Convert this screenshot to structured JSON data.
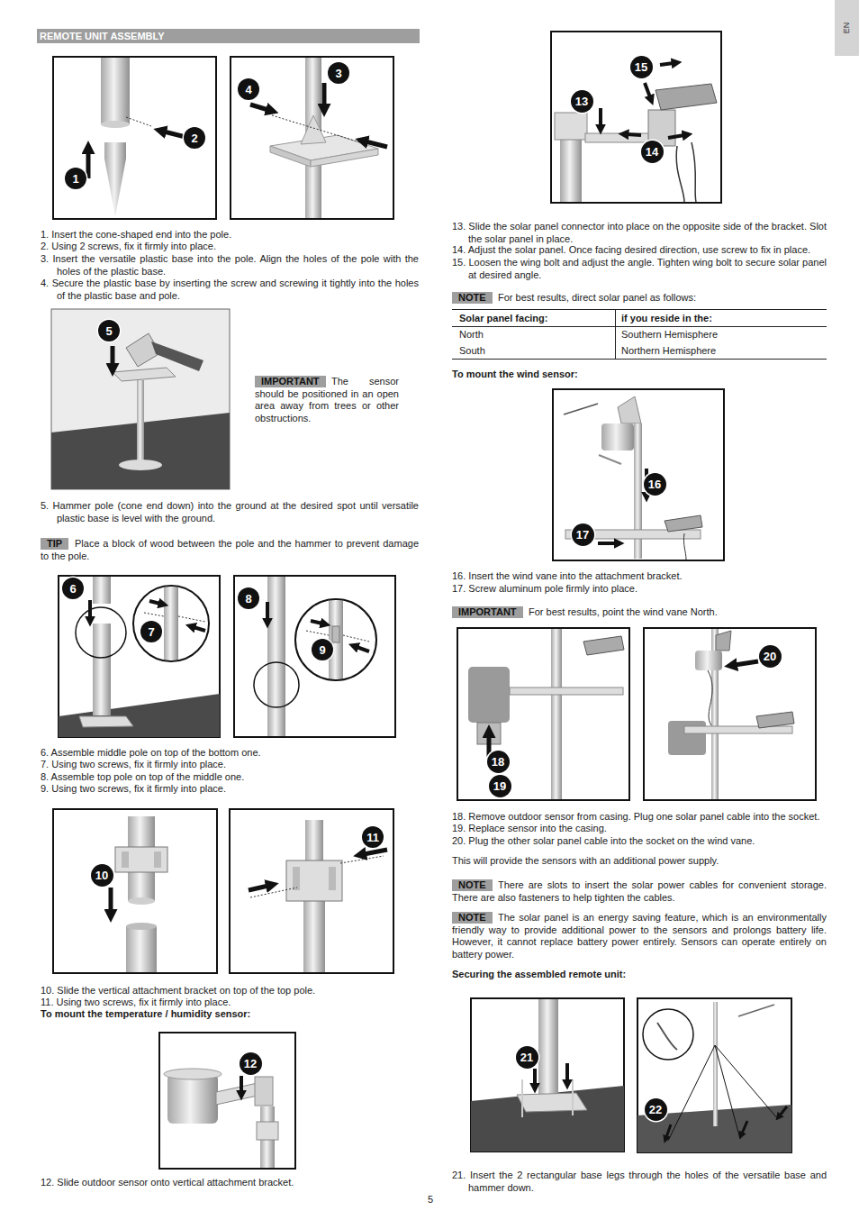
{
  "diagram": {
    "title": "REMOTE UNIT ASSEMBLY",
    "nodes": [
      {
        "text": [
          "EN"
        ]
      },
      {
        "text": [
          "1"
        ]
      },
      {
        "text": [
          "2"
        ]
      },
      {
        "text": [
          "3"
        ]
      },
      {
        "text": [
          "4"
        ]
      },
      {
        "text": [
          "5"
        ]
      },
      {
        "text": [
          "IMPORTANT"
        ]
      },
      {
        "text": [
          "TIP"
        ]
      },
      {
        "text": [
          "6"
        ]
      },
      {
        "text": [
          "7"
        ]
      },
      {
        "text": [
          "8"
        ]
      },
      {
        "text": [
          "9"
        ]
      },
      {
        "text": [
          "10"
        ]
      },
      {
        "text": [
          "11"
        ]
      },
      {
        "text": [
          "12"
        ]
      },
      {
        "text": [
          "13"
        ]
      },
      {
        "text": [
          "14"
        ]
      },
      {
        "text": [
          "15"
        ]
      },
      {
        "text": [
          "NOTE"
        ]
      },
      {
        "text": [
          "16"
        ]
      },
      {
        "text": [
          "17"
        ]
      },
      {
        "text": [
          "IMPORTANT"
        ]
      },
      {
        "text": [
          "18"
        ]
      },
      {
        "text": [
          "19"
        ]
      },
      {
        "text": [
          "20"
        ]
      },
      {
        "text": [
          "NOTE"
        ]
      },
      {
        "text": [
          "NOTE"
        ]
      },
      {
        "text": [
          "21"
        ]
      },
      {
        "text": [
          "22"
        ]
      }
    ],
    "labels": [
      "1. Insert the cone-shaped end into the pole.",
      "2. Using 2 screws, fix it firmly into place.",
      "3. Insert the versatile plastic base into the pole. Align the holes of the pole with the holes of the plastic base.",
      "4. Secure the plastic base by inserting the screw and screwing it tightly into the holes of the plastic base and pole.",
      "The sensor should be positioned in an open area away from trees or other obstructions.",
      "5. Hammer pole (cone end down) into the ground at the desired spot until versatile plastic base is level with the ground.",
      "Place a block of wood between the pole and the hammer to prevent damage to the pole.",
      "6. Assemble middle pole on top of the bottom one.",
      "7. Using two screws, fix it firmly into place.",
      "8. Assemble top pole on top of the middle one.",
      "9. Using two screws, fix it firmly into place.",
      "10. Slide the vertical attachment bracket on top of the top pole.",
      "11. Using two screws, fix it firmly into place.",
      "To mount the temperature / humidity sensor:",
      "12. Slide outdoor sensor onto vertical attachment bracket.",
      "5",
      "13. Slide the solar panel connector into place on the opposite side of the bracket. Slot the solar panel in place.",
      "14. Adjust the solar panel. Once facing desired direction, use screw to fix in place.",
      "15. Loosen the wing bolt and adjust the angle. Tighten wing bolt to secure solar panel at desired angle.",
      "For best results, direct solar panel as follows:",
      "Solar panel facing:",
      "if you reside in the:",
      "North",
      "Southern Hemisphere",
      "South",
      "Northern Hemisphere",
      "To mount the wind sensor:",
      "16. Insert the wind vane into the attachment bracket.",
      "17. Screw aluminum pole firmly into place.",
      "For best results, point the wind vane North.",
      "18. Remove outdoor sensor from casing. Plug one solar panel cable into the socket.",
      "19. Replace sensor into the casing.",
      "20. Plug the other solar panel cable into the socket on the wind vane.",
      "This will provide the sensors with an additional power supply.",
      "There are slots to insert the solar power cables for convenient storage. There are also fasteners to help tighten the cables.",
      "The solar panel is an energy saving feature, which is an environmentally friendly way to provide additional power to the sensors and prolongs battery life. However, it cannot replace battery power entirely. Sensors can operate entirely on battery power.",
      "Securing the assembled remote unit:",
      "21. Insert the 2 rectangular base legs through the holes of the versatile base and hammer down."
    ]
  }
}
